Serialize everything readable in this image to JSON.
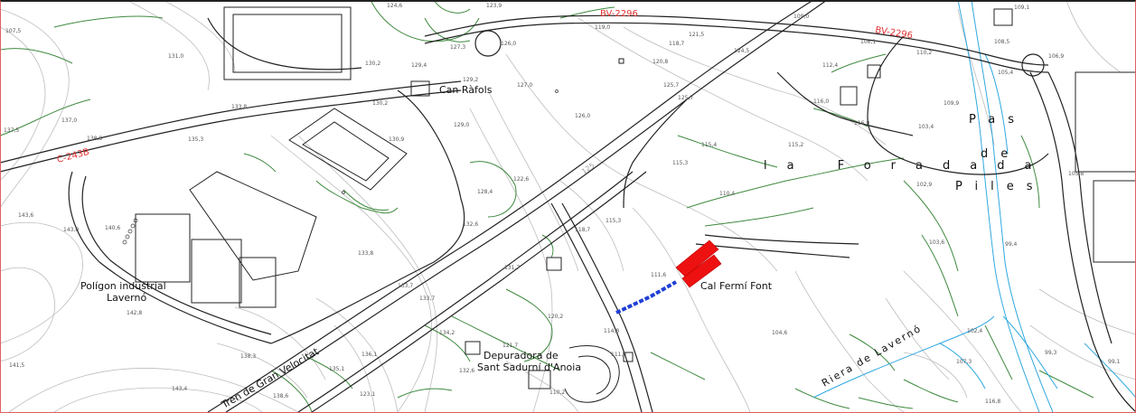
{
  "map": {
    "places": {
      "can_rafols": "Can Ràfols",
      "poligon_line1": "Polígon industrial",
      "poligon_line2": "Lavernó",
      "cal_fermi_font": "Cal Fermí Font",
      "depuradora_line1": "Depuradora de",
      "depuradora_line2": "Sant Sadurní d'Anoia",
      "la_foradada": "la Foradada",
      "pas": "Pas",
      "de": "de",
      "piles": "Piles"
    },
    "roads": {
      "bv2296_a": "BV-2296",
      "bv2296_b": "BV-2296",
      "c243b": "C-243B"
    },
    "water": {
      "riera": "Riera de Lavernó"
    },
    "rail": {
      "tren": "Tren de Gran Velocitat"
    },
    "contour_label": "125",
    "spot_heights": {
      "h1": "107,5",
      "h2": "131,0",
      "h3": "130,2",
      "h4": "127,3",
      "h5": "126,0",
      "h6": "129,4",
      "h7": "129,2",
      "h8": "127,0",
      "h9": "118,7",
      "h10": "120,8",
      "h11": "121,5",
      "h12": "119,0",
      "h13": "137,0",
      "h14": "138,8",
      "h15": "135,3",
      "h16": "133,8",
      "h17": "130,2",
      "h18": "130,9",
      "h19": "129,0",
      "h20": "126,0",
      "h21": "125,7",
      "h22": "125,7",
      "h23": "124,5",
      "h24": "109,0",
      "h25": "106,1",
      "h26": "110,2",
      "h27": "112,4",
      "h28": "116,0",
      "h29": "116,0",
      "h30": "103,4",
      "h31": "109,9",
      "h32": "115,4",
      "h33": "115,2",
      "h34": "115,3",
      "h35": "128,4",
      "h36": "122,6",
      "h37": "132,6",
      "h38": "118,7",
      "h39": "115,3",
      "h40": "110,4",
      "h41": "102,9",
      "h42": "105,8",
      "h43": "143,6",
      "h44": "143,0",
      "h45": "140,6",
      "h46": "133,8",
      "h47": "131,7",
      "h48": "103,6",
      "h49": "99,4",
      "h50": "111,6",
      "h51": "133,7",
      "h52": "133,7",
      "h53": "120,2",
      "h54": "142,8",
      "h55": "134,2",
      "h56": "121,7",
      "h57": "114,8",
      "h58": "104,6",
      "h59": "102,4",
      "h60": "99,3",
      "h61": "99,1",
      "h62": "107,3",
      "h63": "141,5",
      "h64": "138,3",
      "h65": "136,1",
      "h66": "135,1",
      "h67": "132,6",
      "h68": "143,4",
      "h69": "138,6",
      "h70": "123,1",
      "h71": "110,2",
      "h72": "111,8",
      "h73": "116,8",
      "h74": "109,1",
      "h75": "106,9",
      "h76": "108,5",
      "h77": "137,5",
      "h78": "123,9",
      "h79": "124,6",
      "h80": "105,4"
    },
    "colors": {
      "road_label": "#e03030",
      "building_highlight": "#ee1111",
      "path_highlight": "#1f3fd6",
      "contour": "#b8b8b8",
      "vegetation": "#3f8a3f",
      "water": "#30a8e0",
      "road_casing": "#222222"
    }
  }
}
